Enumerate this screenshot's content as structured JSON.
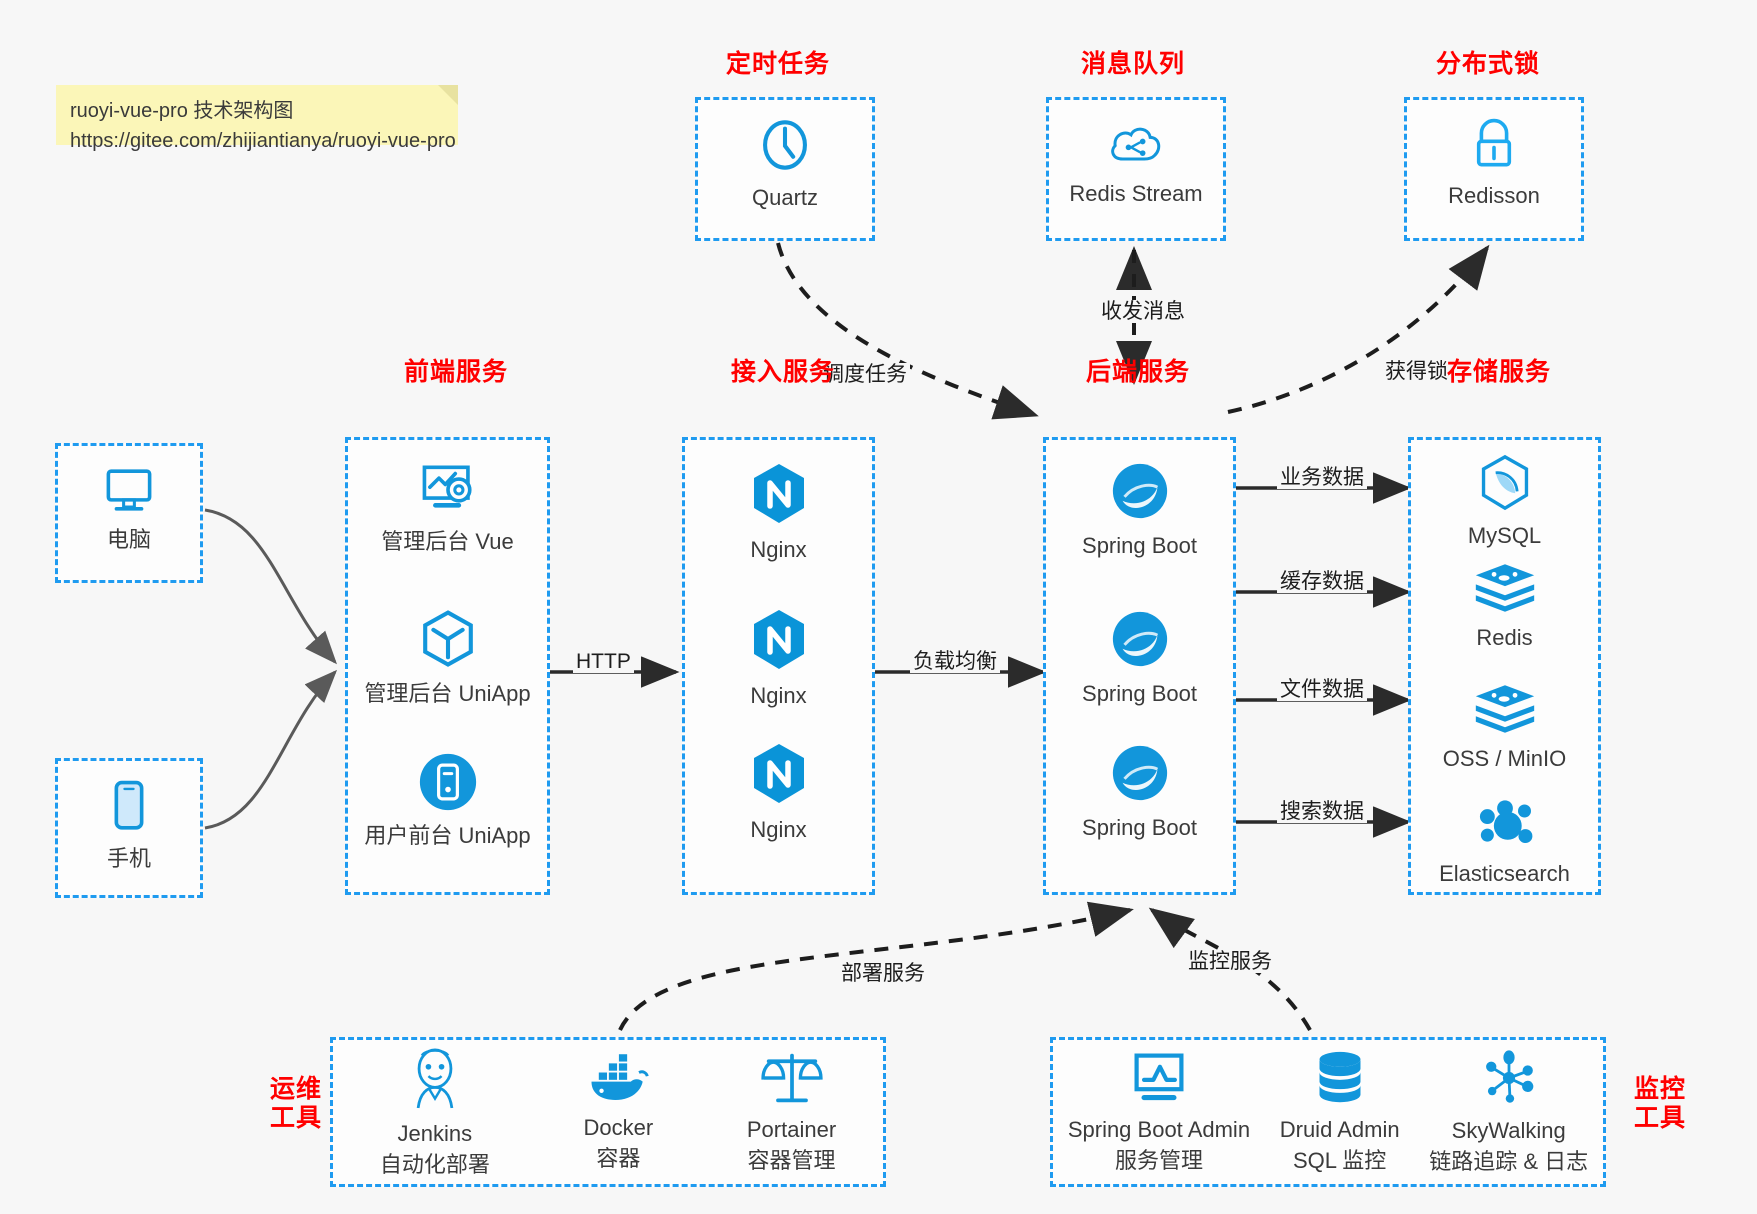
{
  "note": {
    "line1": "ruoyi-vue-pro 技术架构图",
    "line2": "https://gitee.com/zhijiantianya/ruoyi-vue-pro"
  },
  "colors": {
    "box_border": "#1f9bf0",
    "icon_blue": "#1296db",
    "group_title": "#ff0000",
    "background": "#f7f7f7",
    "note_bg": "#fbf6b8",
    "arrow": "#2b2b2b",
    "client_arrow": "#5a5a5a"
  },
  "groups": {
    "scheduled_task": {
      "title": "定时任务",
      "nodes": [
        {
          "label": "Quartz",
          "icon": "clock-icon"
        }
      ]
    },
    "message_queue": {
      "title": "消息队列",
      "nodes": [
        {
          "label": "Redis Stream",
          "icon": "cloud-stream-icon"
        }
      ]
    },
    "distributed_lock": {
      "title": "分布式锁",
      "nodes": [
        {
          "label": "Redisson",
          "icon": "lock-icon"
        }
      ]
    },
    "clients": {
      "nodes": [
        {
          "label": "电脑",
          "icon": "desktop-monitor-icon"
        },
        {
          "label": "手机",
          "icon": "mobile-phone-icon"
        }
      ]
    },
    "frontend": {
      "title": "前端服务",
      "nodes": [
        {
          "label": "管理后台 Vue",
          "icon": "dashboard-gear-icon"
        },
        {
          "label": "管理后台 UniApp",
          "icon": "cube-icon"
        },
        {
          "label": "用户前台 UniApp",
          "icon": "mobile-app-icon"
        }
      ]
    },
    "gateway": {
      "title": "接入服务",
      "nodes": [
        {
          "label": "Nginx",
          "icon": "nginx-icon"
        },
        {
          "label": "Nginx",
          "icon": "nginx-icon"
        },
        {
          "label": "Nginx",
          "icon": "nginx-icon"
        }
      ]
    },
    "backend": {
      "title": "后端服务",
      "nodes": [
        {
          "label": "Spring Boot",
          "icon": "spring-boot-icon"
        },
        {
          "label": "Spring Boot",
          "icon": "spring-boot-icon"
        },
        {
          "label": "Spring Boot",
          "icon": "spring-boot-icon"
        }
      ]
    },
    "storage": {
      "title": "存储服务",
      "nodes": [
        {
          "label": "MySQL",
          "icon": "mysql-dolphin-icon"
        },
        {
          "label": "Redis",
          "icon": "redis-stack-icon"
        },
        {
          "label": "OSS / MinIO",
          "icon": "redis-stack-icon"
        },
        {
          "label": "Elasticsearch",
          "icon": "elasticsearch-icon"
        }
      ]
    },
    "devops": {
      "title_line1": "运维",
      "title_line2": "工具",
      "nodes": [
        {
          "label": "Jenkins",
          "sub": "自动化部署",
          "icon": "jenkins-butler-icon"
        },
        {
          "label": "Docker",
          "sub": "容器",
          "icon": "docker-whale-icon"
        },
        {
          "label": "Portainer",
          "sub": "容器管理",
          "icon": "scales-icon"
        }
      ]
    },
    "monitoring": {
      "title_line1": "监控",
      "title_line2": "工具",
      "nodes": [
        {
          "label": "Spring Boot Admin",
          "sub": "服务管理",
          "icon": "monitor-chart-icon"
        },
        {
          "label": "Druid Admin",
          "sub": "SQL 监控",
          "icon": "database-stack-icon"
        },
        {
          "label": "SkyWalking",
          "sub": "链路追踪 & 日志",
          "icon": "network-nodes-icon"
        }
      ]
    }
  },
  "edges": [
    {
      "label": "HTTP",
      "from": "frontend",
      "to": "gateway"
    },
    {
      "label": "负载均衡",
      "from": "gateway",
      "to": "backend"
    },
    {
      "label": "调度任务",
      "from": "scheduled_task",
      "to": "backend"
    },
    {
      "label": "收发消息",
      "from": "message_queue",
      "to": "backend"
    },
    {
      "label": "获得锁",
      "from": "backend",
      "to": "distributed_lock"
    },
    {
      "label": "业务数据",
      "from": "backend",
      "to": "MySQL"
    },
    {
      "label": "缓存数据",
      "from": "backend",
      "to": "Redis"
    },
    {
      "label": "文件数据",
      "from": "backend",
      "to": "OSS / MinIO"
    },
    {
      "label": "搜索数据",
      "from": "backend",
      "to": "Elasticsearch"
    },
    {
      "label": "部署服务",
      "from": "devops",
      "to": "backend"
    },
    {
      "label": "监控服务",
      "from": "monitoring",
      "to": "backend"
    }
  ]
}
